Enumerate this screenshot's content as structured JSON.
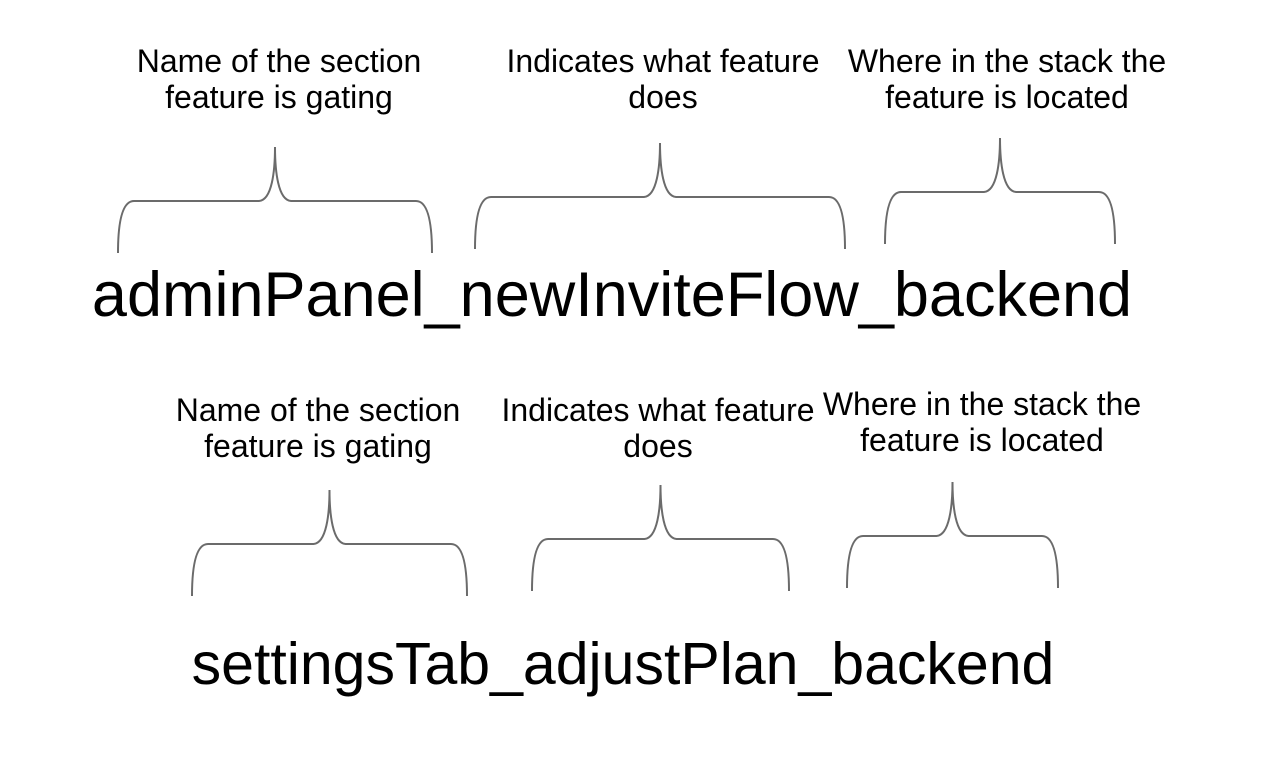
{
  "colors": {
    "background": "#ffffff",
    "text": "#000000",
    "brace_stroke": "#6b6b6b"
  },
  "sections": [
    {
      "flag_name": "adminPanel_newInviteFlow_backend",
      "annotations": [
        {
          "segment": "adminPanel",
          "lines": [
            "Name of the section",
            "feature is gating"
          ]
        },
        {
          "segment": "newInviteFlow",
          "lines": [
            "Indicates what feature",
            "does"
          ]
        },
        {
          "segment": "backend",
          "lines": [
            "Where in the stack the",
            "feature is located"
          ]
        }
      ]
    },
    {
      "flag_name": "settingsTab_adjustPlan_backend",
      "annotations": [
        {
          "segment": "settingsTab",
          "lines": [
            "Name of the section",
            "feature is gating"
          ]
        },
        {
          "segment": "adjustPlan",
          "lines": [
            "Indicates what feature",
            "does"
          ]
        },
        {
          "segment": "backend",
          "lines": [
            "Where in the stack the",
            "feature is located"
          ]
        }
      ]
    }
  ]
}
